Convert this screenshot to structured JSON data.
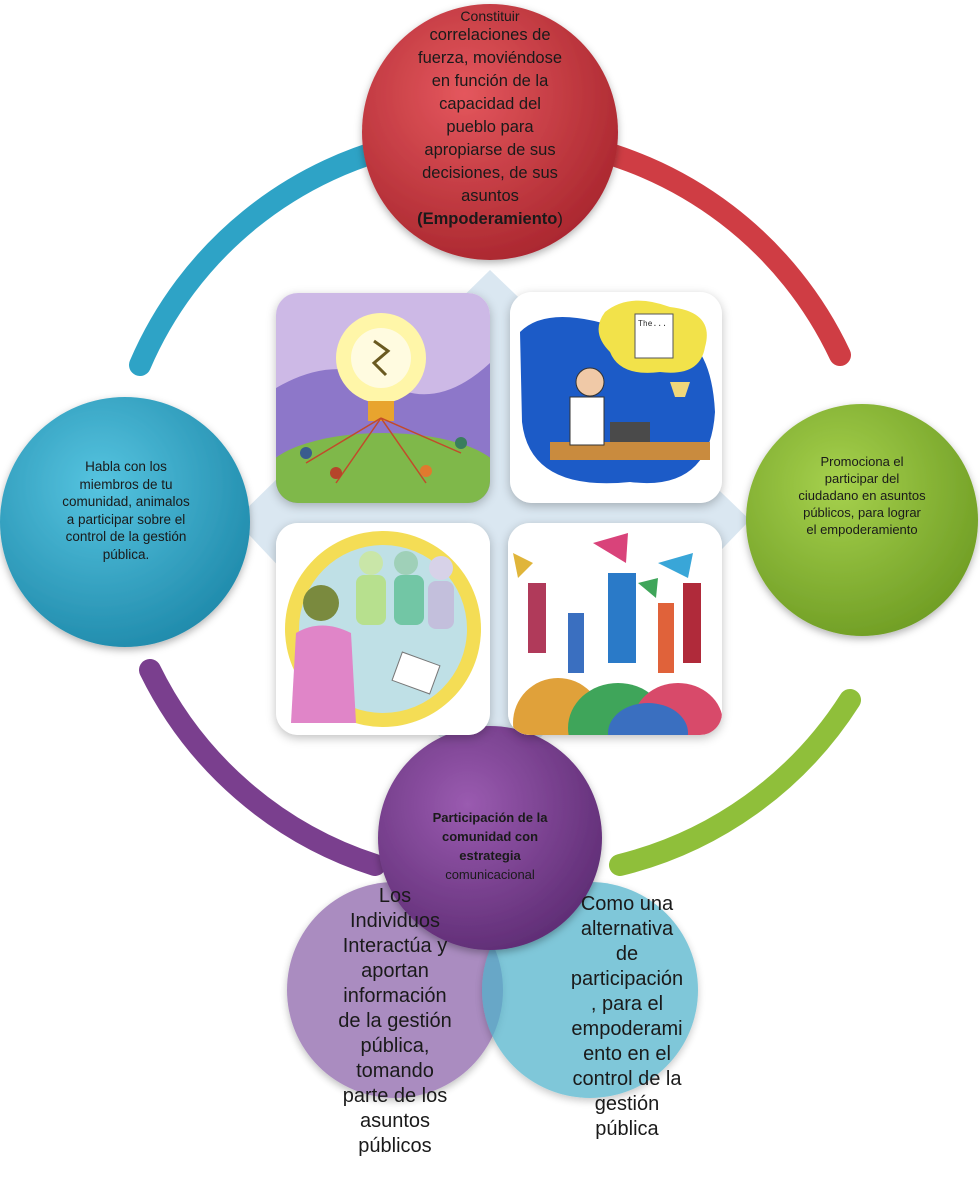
{
  "diagram": {
    "top_node": {
      "lines": [
        "Constituir",
        "correlaciones de",
        "fuerza, moviéndose",
        "en función de la",
        "capacidad del",
        "pueblo para",
        "apropiarse de sus",
        "decisiones, de sus",
        "asuntos"
      ],
      "emphasis_open": "(",
      "emphasis_bold": "Empoderamiento",
      "emphasis_close": ")",
      "color": "#c9363e"
    },
    "left_node": {
      "lines": [
        "Habla con los",
        "miembros  de tu",
        "comunidad, animalos",
        "a participar sobre el",
        "control de la gestión",
        "pública."
      ],
      "color": "#2da6c6"
    },
    "right_node": {
      "lines": [
        "Promociona  el",
        "participar del",
        "ciudadano en asuntos",
        "públicos, para  lograr",
        "el empoderamiento"
      ],
      "color": "#8ab83a"
    },
    "bottom_node": {
      "bold_lines": [
        "Participación de la",
        "comunidad  con",
        "estrategia"
      ],
      "plain_line": "comunicacional",
      "color": "#7a3f8e"
    },
    "venn_left": {
      "lines": [
        "Los",
        "Individuos",
        "Interactúa y",
        "aportan",
        "información",
        "de la gestión",
        "pública,",
        "tomando",
        "parte de los",
        "asuntos",
        "públicos"
      ],
      "color": "#a07cb8"
    },
    "venn_right": {
      "lines": [
        "Como una",
        "alternativa",
        "de",
        "participación",
        ", para el",
        "empoderami",
        "ento en el",
        "control de la",
        "gestión",
        "pública"
      ],
      "color": "#5bb8cf"
    },
    "images": [
      {
        "name": "lightbulb-people-clipart",
        "caption": ""
      },
      {
        "name": "thinking-writer-clipart",
        "caption": ""
      },
      {
        "name": "group-meeting-clipart",
        "caption": ""
      },
      {
        "name": "megaphone-crowd-clipart",
        "caption": ""
      }
    ],
    "thought_bubble_text": "The..."
  }
}
